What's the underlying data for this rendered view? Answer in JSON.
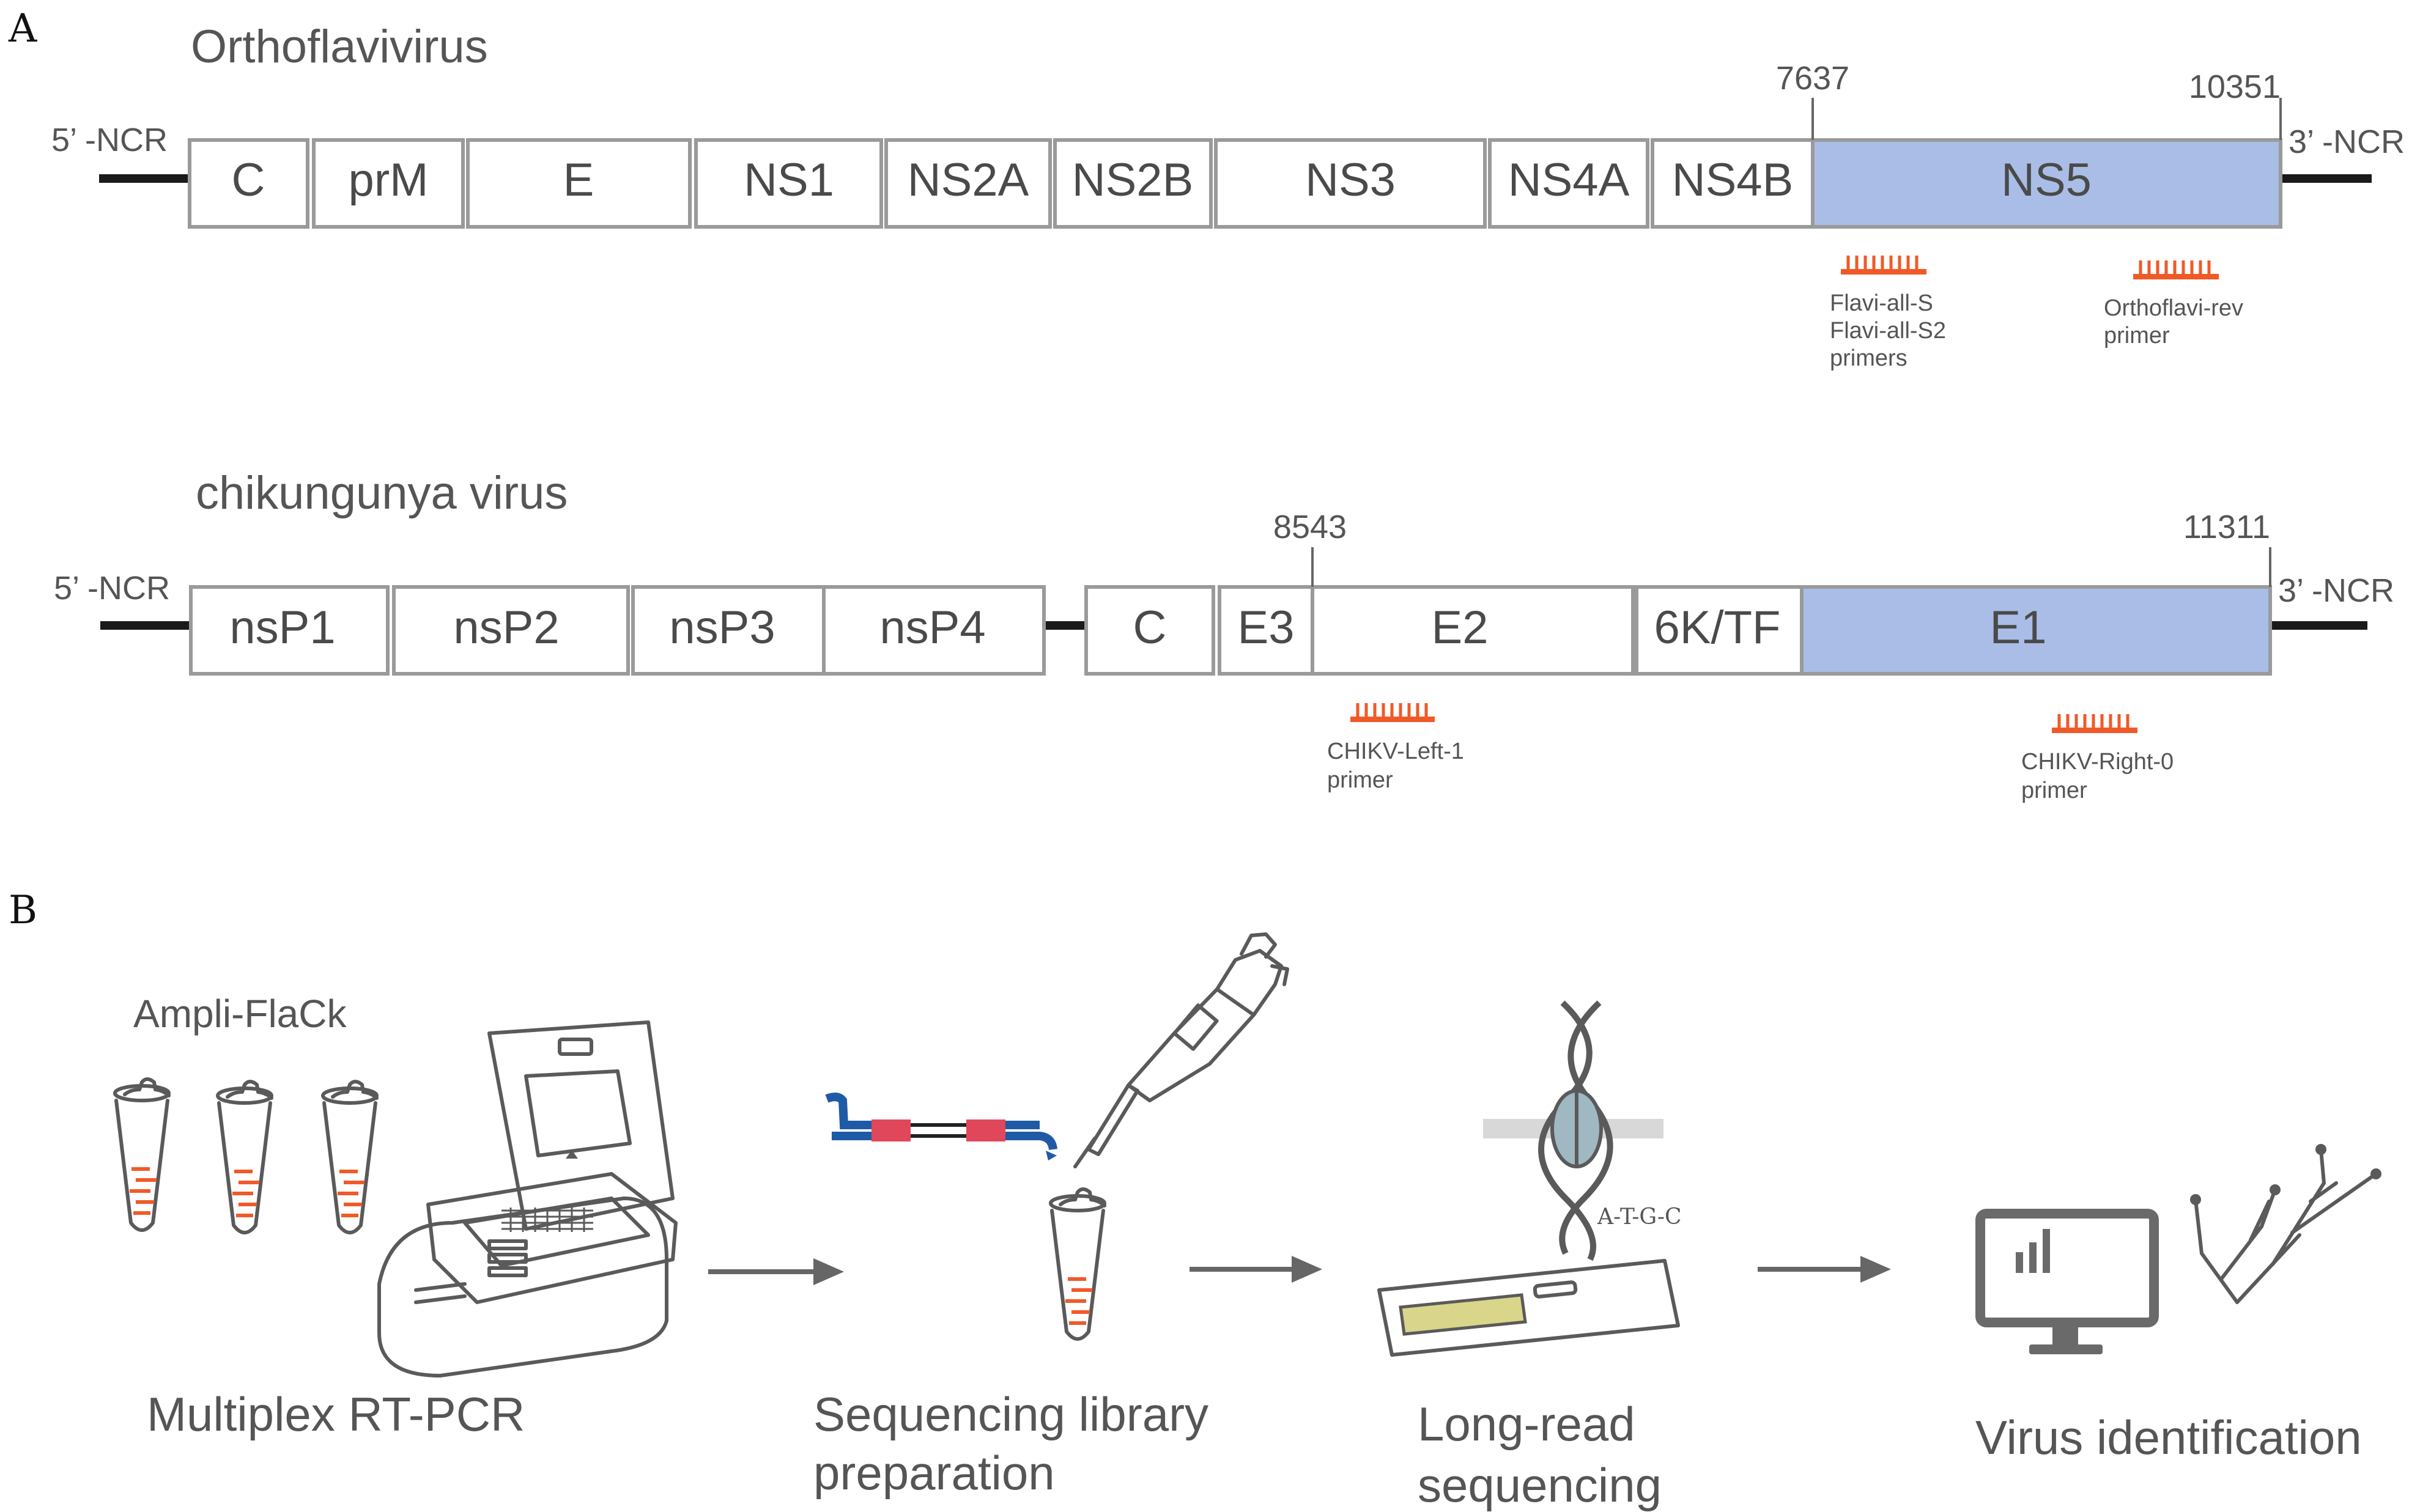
{
  "panels": {
    "a": "A",
    "b": "B"
  },
  "colors": {
    "highlight": "#a9bde6",
    "primer": "#f05a28",
    "outline": "#9a9a9a",
    "adapter_blue": "#1f5aa6",
    "adapter_red": "#e0475b",
    "flowcell": "#d9d58a"
  },
  "genome1": {
    "title": "Orthoflavivirus",
    "ncr5": "5’ -NCR",
    "ncr3": "3’ -NCR",
    "pos_start": "7637",
    "pos_end": "10351",
    "segments": [
      "C",
      "prM",
      "E",
      "NS1",
      "NS2A",
      "NS2B",
      "NS3",
      "NS4A",
      "NS4B",
      "NS5"
    ],
    "primer1": [
      "Flavi-all-S",
      "Flavi-all-S2",
      "primers"
    ],
    "primer2": [
      "Orthoflavi-rev",
      "primer"
    ]
  },
  "genome2": {
    "title": "chikungunya virus",
    "ncr5": "5’ -NCR",
    "ncr3": "3’ -NCR",
    "pos_start": "8543",
    "pos_end": "11311",
    "segments": [
      "nsP1",
      "nsP2",
      "nsP3",
      "nsP4",
      "C",
      "E3",
      "E2",
      "6K/TF",
      "E1"
    ],
    "primer1": [
      "CHIKV-Left-1",
      "primer"
    ],
    "primer2": [
      "CHIKV-Right-0",
      "primer"
    ]
  },
  "workflow": {
    "kit_label": "Ampli-FlaCk",
    "step1": "Multiplex RT-PCR",
    "step2": [
      "Sequencing library",
      "preparation"
    ],
    "step3": [
      "Long-read",
      "sequencing"
    ],
    "step4": "Virus identification",
    "bases": "A-T-G-C"
  }
}
